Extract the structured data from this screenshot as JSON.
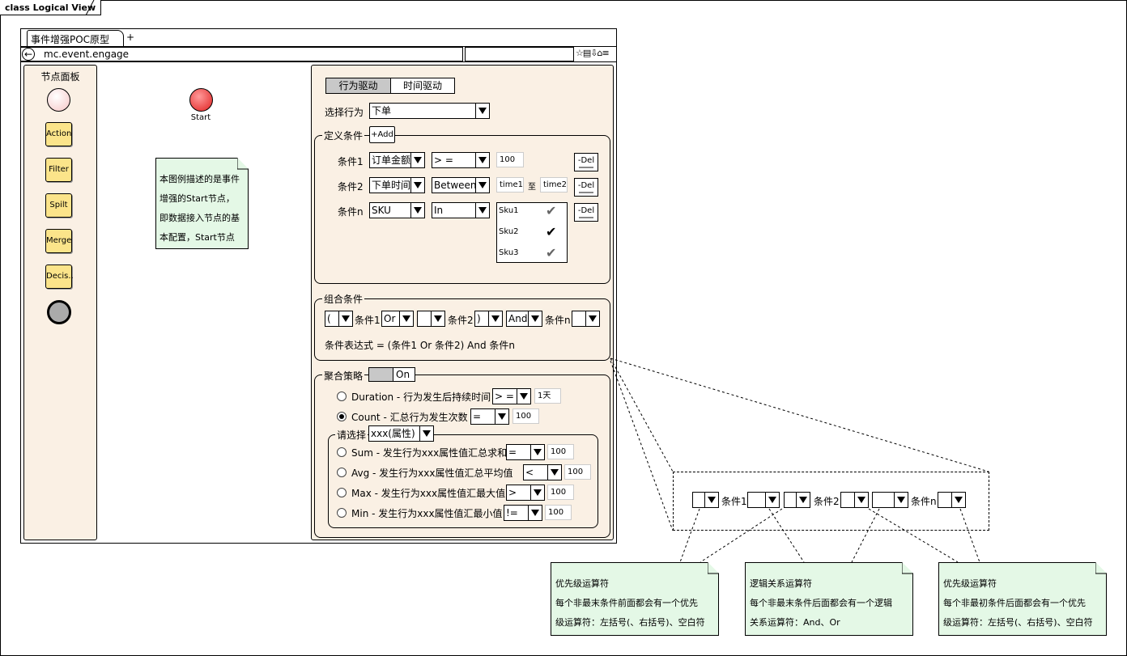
{
  "frame": {
    "title": "class Logical View"
  },
  "browser": {
    "tab_label": "事件增强POC原型",
    "tab_plus": "+",
    "url": "mc.event.engage",
    "back_icon": "←",
    "tool_icons": "☆▤⇩⌂≡"
  },
  "palette": {
    "title": "节点面板",
    "buttons": [
      "Action",
      "Filter",
      "Spilt",
      "Merge",
      "Decis.."
    ]
  },
  "canvas": {
    "start_label": "Start",
    "note_lines": [
      "本图例描述的是事件",
      "增强的Start节点，",
      "即数据接入节点的基",
      "本配置，Start节点"
    ]
  },
  "form": {
    "mode_tabs": [
      "行为驱动",
      "时间驱动"
    ],
    "select_action_label": "选择行为",
    "select_action_value": "下单",
    "define_conditions": {
      "title": "定义条件",
      "add_button": "+Add",
      "rows": [
        {
          "label": "条件1",
          "field": "订单金额",
          "op": "> =",
          "value1": "100",
          "between_word": "",
          "value2": ""
        },
        {
          "label": "条件2",
          "field": "下单时间",
          "op": "Between",
          "value1": "time1",
          "between_word": "至",
          "value2": "time2"
        },
        {
          "label": "条件n",
          "field": "SKU",
          "op": "In",
          "value1": "",
          "between_word": "",
          "value2": ""
        }
      ],
      "del_label": "-Del",
      "multi_items": [
        "Sku1",
        "Sku2",
        "Sku3"
      ]
    },
    "combine": {
      "title": "组合条件",
      "cells": [
        "(",
        "条件1",
        "Or",
        "",
        "条件2",
        ")",
        "And",
        "条件n",
        ""
      ],
      "expression": "条件表达式 = (条件1 Or 条件2) And 条件n"
    },
    "aggregate": {
      "title": "聚合策略",
      "toggle_value": "On",
      "options": [
        {
          "label": "Duration - 行为发生后持续时间",
          "op": "> =",
          "value": "1天",
          "selected": false
        },
        {
          "label": "Count - 汇总行为发生次数",
          "op": "=",
          "value": "100",
          "selected": true
        }
      ],
      "sub_title": "请选择",
      "sub_select": "xxx(属性)",
      "sub_options": [
        {
          "label": "Sum - 发生行为xxx属性值汇总求和",
          "op": "=",
          "value": "100"
        },
        {
          "label": "Avg - 发生行为xxx属性值汇总平均值",
          "op": "<",
          "value": "100"
        },
        {
          "label": "Max - 发生行为xxx属性值汇最大值",
          "op": ">",
          "value": "100"
        },
        {
          "label": "Min - 发生行为xxx属性值汇最小值",
          "op": "!=",
          "value": "100"
        }
      ]
    }
  },
  "zoom": {
    "labels": [
      "条件1",
      "条件2",
      "条件n"
    ]
  },
  "notes": [
    {
      "title": "优先级运算符",
      "lines": [
        "每个非最末条件前面都会有一个优先",
        "级运算符：左括号(、右括号)、空白符"
      ]
    },
    {
      "title": "逻辑关系运算符",
      "lines": [
        "每个非最末条件后面都会有一个逻辑",
        "关系运算符：And、Or"
      ]
    },
    {
      "title": "优先级运算符",
      "lines": [
        "每个非最初条件后面都会有一个优先",
        "级运算符：左括号(、右括号)、空白符"
      ]
    }
  ]
}
